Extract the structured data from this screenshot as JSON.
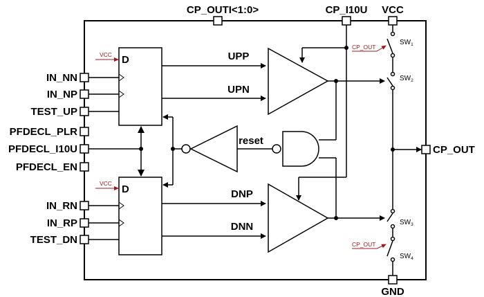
{
  "pins": {
    "cp_out_i": "CP_OUTI<1:0>",
    "cp_i10u": "CP_I10U",
    "vcc": "VCC",
    "gnd": "GND",
    "cp_out": "CP_OUT",
    "in_nn": "IN_NN",
    "in_np": "IN_NP",
    "test_up": "TEST_UP",
    "pfdecl_plr": "PFDECL_PLR",
    "pfdecl_i10u": "PFDECL_I10U",
    "pfdecl_en": "PFDECL_EN",
    "in_rn": "IN_RN",
    "in_rp": "IN_RP",
    "test_dn": "TEST_DN"
  },
  "signals": {
    "upp": "UPP",
    "upn": "UPN",
    "dnp": "DNP",
    "dnn": "DNN",
    "reset": "reset",
    "d_top": "D",
    "d_bot": "D",
    "vcc_top": "VCC",
    "vcc_bot": "VCC",
    "cp_out_ctrl_top": "CP_OUT",
    "cp_out_ctrl_bot": "CP_OUT"
  },
  "switches": {
    "sw1": "SW",
    "sw1_sub": "1",
    "sw2": "SW",
    "sw2_sub": "2",
    "sw3": "SW",
    "sw3_sub": "3",
    "sw4": "SW",
    "sw4_sub": "4"
  },
  "colors": {
    "line": "#000000",
    "control": "#a0181c"
  }
}
